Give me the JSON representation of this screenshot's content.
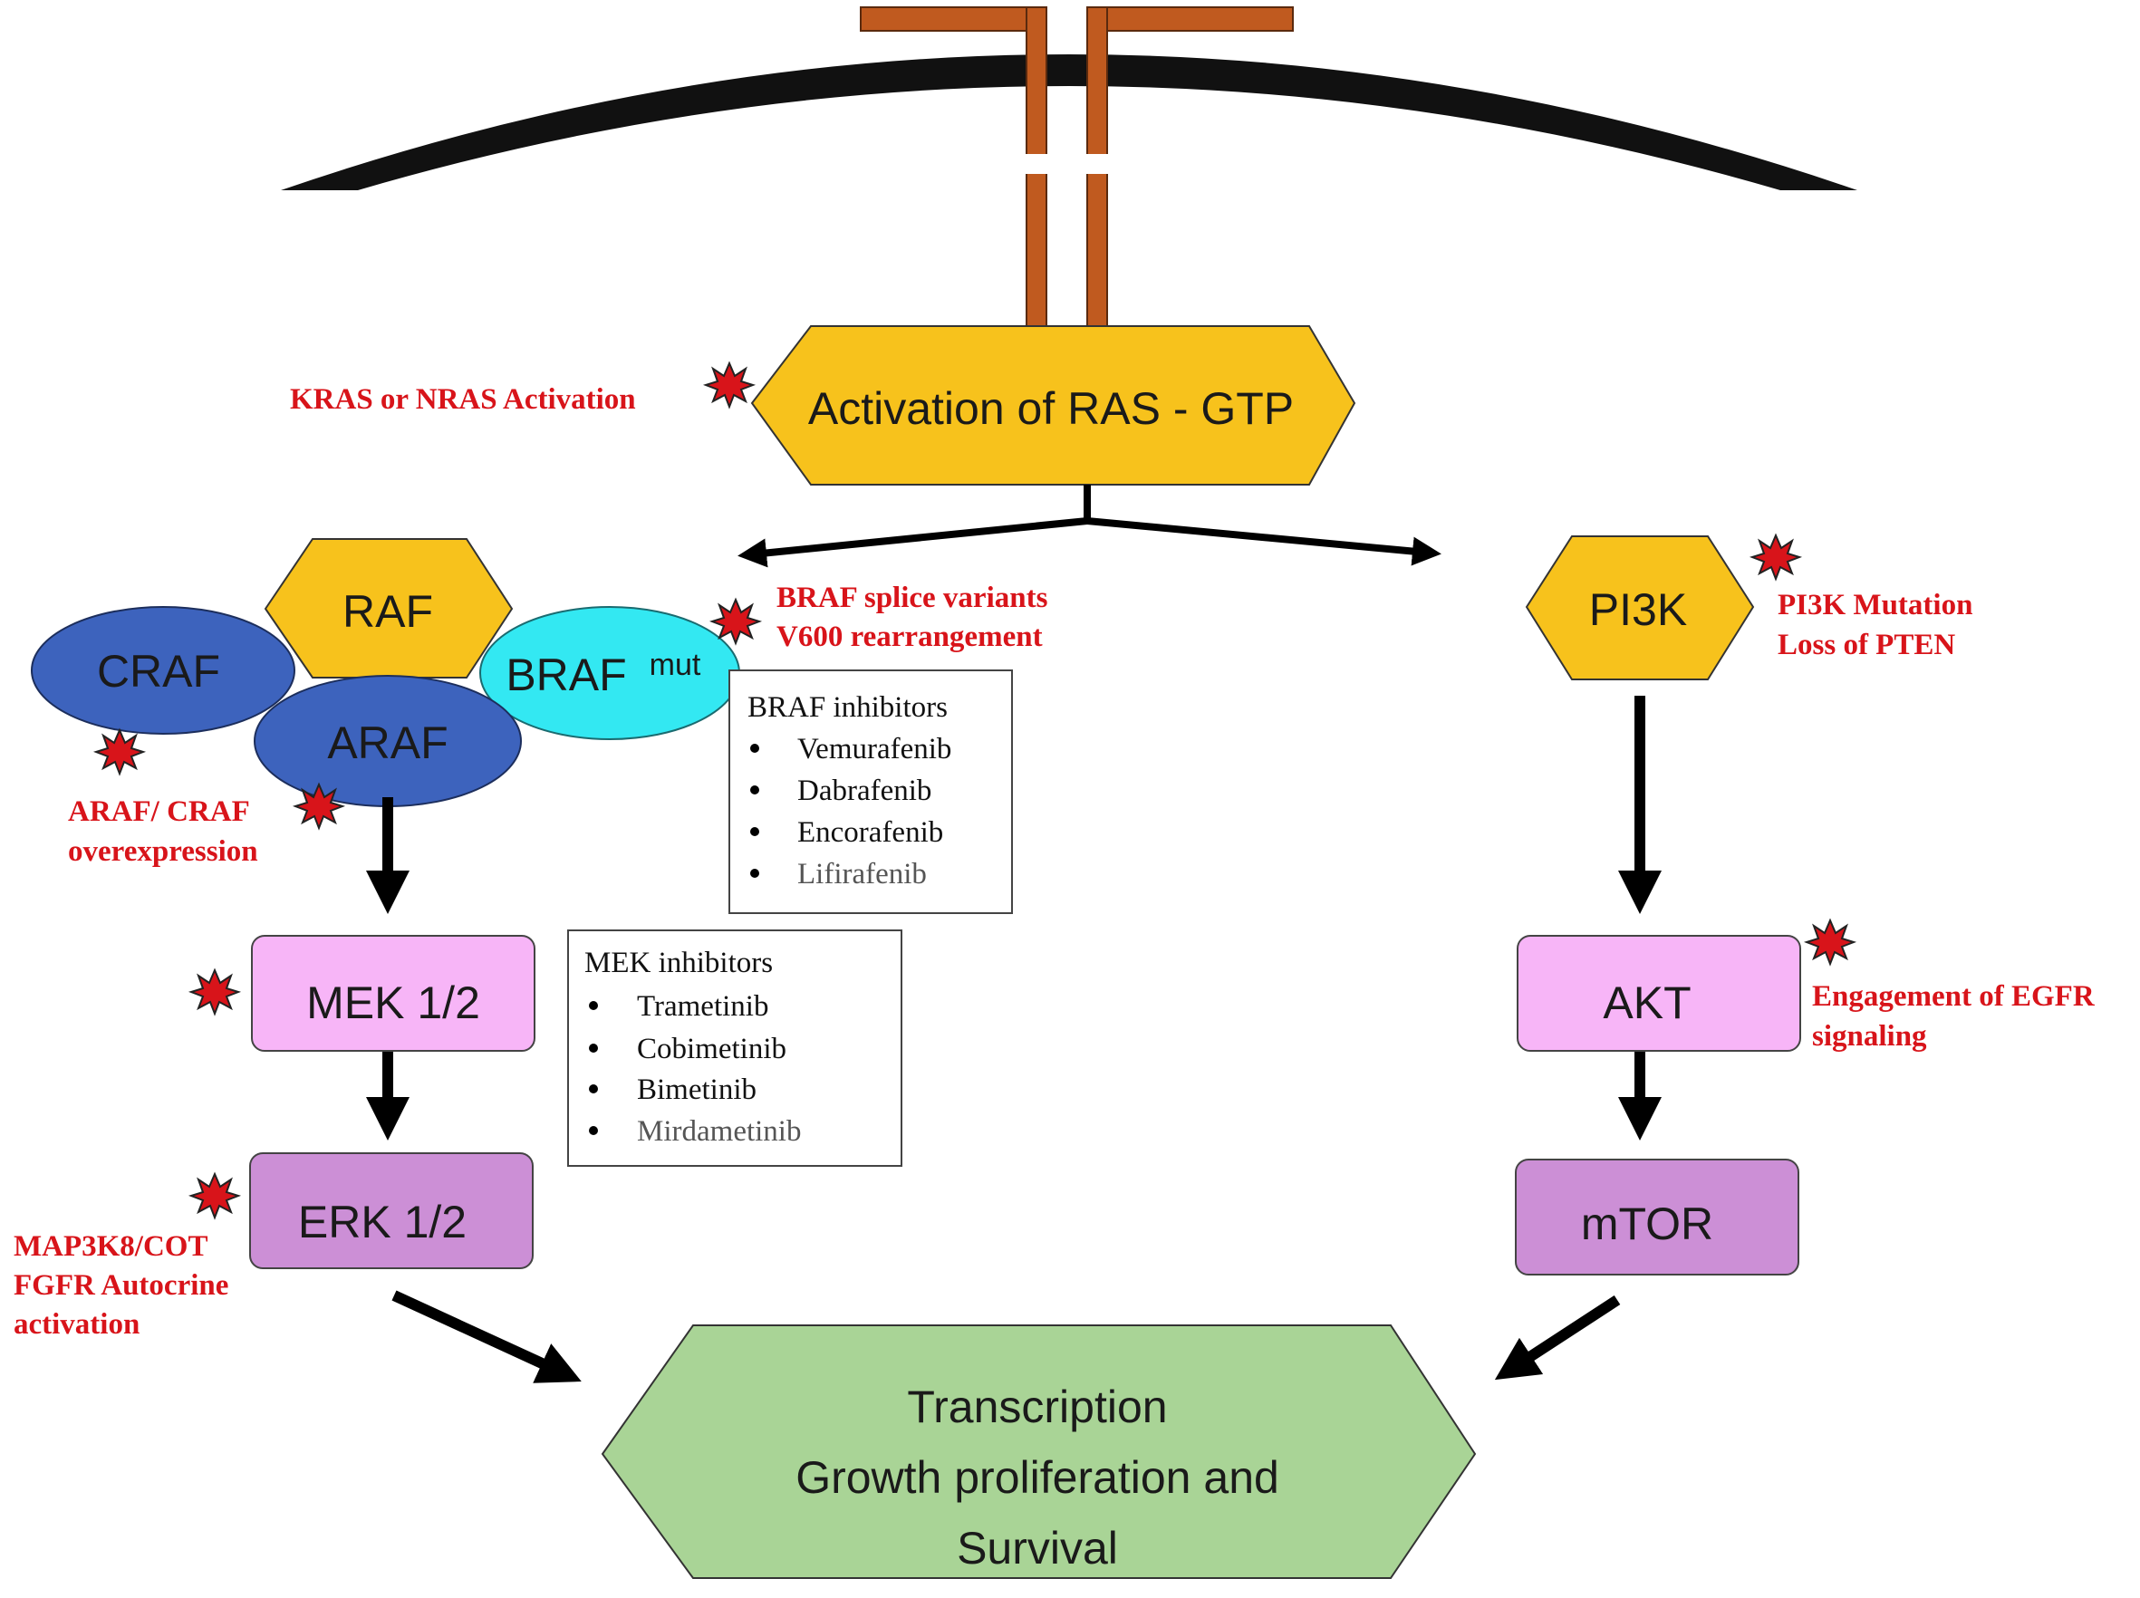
{
  "colors": {
    "hexagon_yellow": "#f7c21c",
    "pink": "#f7b5f7",
    "purple": "#cc8fd6",
    "ellipse_blue": "#3d63bd",
    "ellipse_cyan": "#33e8f2",
    "green": "#a9d496",
    "receptor": "#c05a1f",
    "membrane": "#111111",
    "mutation_red": "#d8141a"
  },
  "nodes": {
    "ras": "Activation of RAS - GTP",
    "raf": "RAF",
    "craf": "CRAF",
    "araf": "ARAF",
    "braf": "BRAF",
    "braf_sup": "mut",
    "pi3k": "PI3K",
    "mek": "MEK 1/2",
    "erk": "ERK 1/2",
    "akt": "AKT",
    "mtor": "mTOR",
    "outcome": [
      "Transcription",
      "Growth proliferation and",
      "Survival"
    ]
  },
  "mutations": {
    "ras": "KRAS or NRAS Activation",
    "braf": [
      "BRAF splice variants",
      "V600 rearrangement"
    ],
    "araf_craf": [
      "ARAF/ CRAF",
      "overexpression"
    ],
    "pi3k": [
      "PI3K Mutation",
      "Loss of PTEN"
    ],
    "akt": [
      "Engagement of EGFR",
      "signaling"
    ],
    "erk": [
      "MAP3K8/COT",
      "FGFR Autocrine",
      "activation"
    ]
  },
  "braf_inhibitors": {
    "title": "BRAF inhibitors",
    "items": [
      "Vemurafenib",
      "Dabrafenib",
      "Encorafenib",
      "Lifirafenib"
    ]
  },
  "mek_inhibitors": {
    "title": "MEK inhibitors",
    "items": [
      "Trametinib",
      "Cobimetinib",
      "Bimetinib",
      "Mirdametinib"
    ]
  }
}
